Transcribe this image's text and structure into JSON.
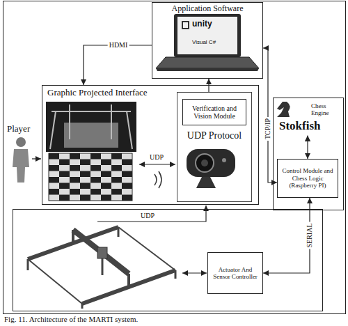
{
  "diagram": {
    "caption": "Fig. 11. Architecture of the MARTI system.",
    "nodes": [
      {
        "text": [
          "Application Software"
        ]
      },
      {
        "text": [
          "Graphic Projected Interface"
        ]
      },
      {
        "text": [
          "UDP Protocol"
        ],
        "in": 1
      },
      {
        "text": [
          "Verification and Vision Module"
        ],
        "in": 2
      },
      {
        "text": [
          "Stokfish",
          "Chess Engine"
        ]
      },
      {
        "text": [
          "Control Module and Chess Logic (Raspberry PI)"
        ],
        "in": 4
      },
      {
        "text": [
          "Actuator And Sensor Controller"
        ]
      }
    ],
    "edges": [
      {
        "from": 0,
        "to": 1,
        "arrow": "to",
        "label": "HDMI"
      },
      {
        "from": 2,
        "to": 0,
        "arrow": "to"
      },
      {
        "from": 0,
        "to": 5,
        "arrow": "both",
        "label": "TCP/IP"
      },
      {
        "from": 4,
        "to": 5,
        "arrow": "both"
      },
      {
        "from": 6,
        "to": 5,
        "arrow": "both",
        "label": "SERIAL"
      }
    ],
    "labels": [
      "Player",
      "unity",
      "Visual C#",
      "UDP",
      "UDP"
    ]
  }
}
